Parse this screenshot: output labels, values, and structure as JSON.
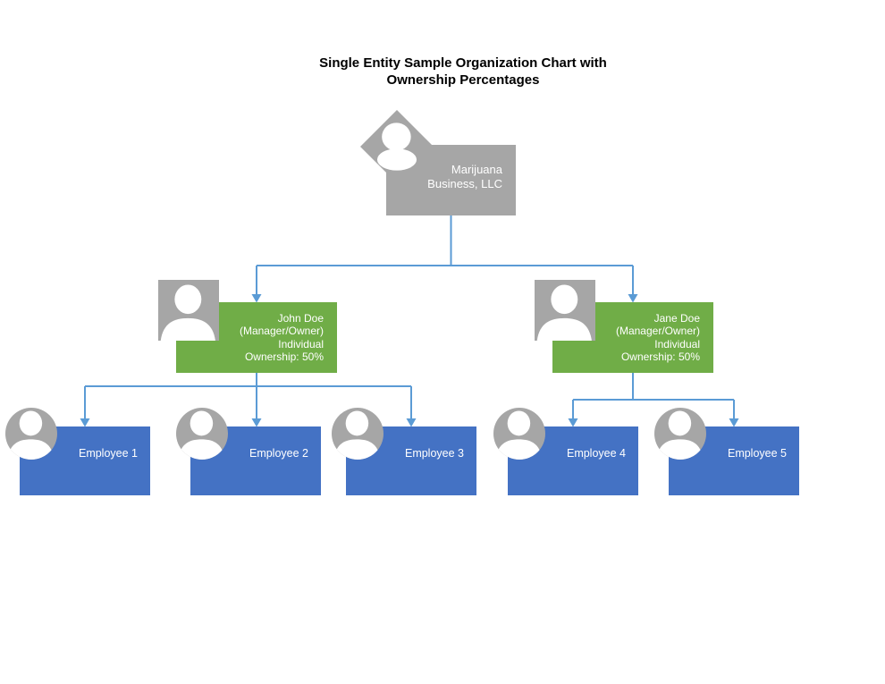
{
  "title": "Single Entity Sample Organization Chart with Ownership Percentages",
  "org": {
    "company": {
      "label": "Marijuana Business, LLC"
    },
    "managers": [
      {
        "lines": [
          "John Doe",
          "(Manager/Owner)",
          "Individual",
          "Ownership: 50%"
        ]
      },
      {
        "lines": [
          "Jane Doe",
          "(Manager/Owner)",
          "Individual",
          "Ownership: 50%"
        ]
      }
    ],
    "employees": [
      {
        "label": "Employee 1"
      },
      {
        "label": "Employee 2"
      },
      {
        "label": "Employee 3"
      },
      {
        "label": "Employee 4"
      },
      {
        "label": "Employee 5"
      }
    ]
  },
  "icons": {
    "photo_placeholder": "person-silhouette-icon"
  },
  "colors": {
    "company_box": "#A6A6A6",
    "manager_box": "#70AD47",
    "employee_box": "#4472C4",
    "photo_background": "#A6A6A6",
    "person_silhouette": "#FFFFFF",
    "connector": "#5B9BD5",
    "box_text": "#FFFFFF",
    "title_text": "#000000",
    "page_background": "#FFFFFF"
  }
}
